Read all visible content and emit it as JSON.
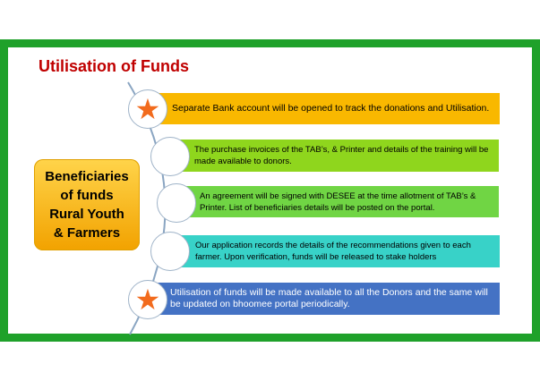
{
  "title": "Utilisation of Funds",
  "beneficiaries": {
    "line1": "Beneficiaries",
    "line2": "of funds",
    "line3": "Rural Youth",
    "line4": "& Farmers"
  },
  "items": [
    {
      "text": "Separate Bank account will be opened to track the donations and Utilisation.",
      "color": "#f9b800",
      "marker": "star-icon"
    },
    {
      "text": "The purchase invoices of the TAB’s, & Printer and details of the training will be made available to donors.",
      "color": "#8fd61d",
      "marker": "empty-circle"
    },
    {
      "text": "An agreement will be signed with DESEE at the time allotment of TAB’s & Printer. List of beneficiaries details will be posted on the portal.",
      "color": "#70d544",
      "marker": "empty-circle"
    },
    {
      "text": "Our application records the details of the recommendations given to each farmer. Upon verification, funds will be released to stake holders",
      "color": "#38d2c8",
      "marker": "empty-circle"
    },
    {
      "text": "Utilisation of funds will be made available to all the Donors and the same will be updated on bhoomee portal periodically.",
      "color": "#4472c4",
      "marker": "star-icon"
    }
  ],
  "colors": {
    "frame": "#1fa12a",
    "title": "#c00000",
    "beneficiaries_box": "#f9b800",
    "star": "#f26b1d"
  }
}
